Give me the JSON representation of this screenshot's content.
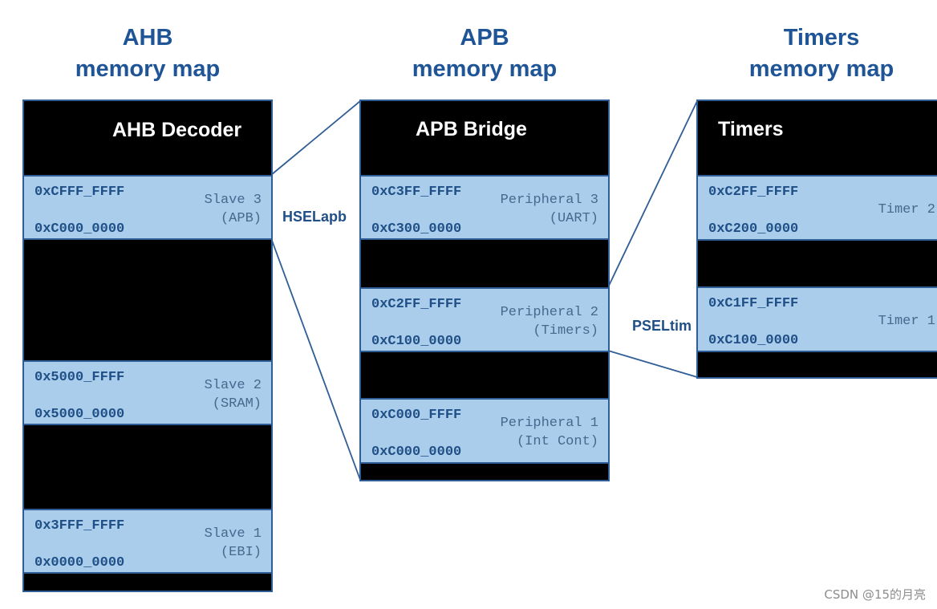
{
  "titles": {
    "ahb": {
      "line1": "AHB",
      "line2": "memory map"
    },
    "apb": {
      "line1": "APB",
      "line2": "memory map"
    },
    "timers": {
      "line1": "Timers",
      "line2": "memory map"
    }
  },
  "ahb": {
    "header": "AHB Decoder",
    "regions": [
      {
        "high": "0xCFFF_FFFF",
        "low": "0xC000_0000",
        "label1": "Slave 3",
        "label2": "(APB)"
      },
      {
        "high": "0x5000_FFFF",
        "low": "0x5000_0000",
        "label1": "Slave 2",
        "label2": "(SRAM)"
      },
      {
        "high": "0x3FFF_FFFF",
        "low": "0x0000_0000",
        "label1": "Slave 1",
        "label2": "(EBI)"
      }
    ]
  },
  "apb": {
    "header": "APB Bridge",
    "regions": [
      {
        "high": "0xC3FF_FFFF",
        "low": "0xC300_0000",
        "label1": "Peripheral 3",
        "label2": "(UART)"
      },
      {
        "high": "0xC2FF_FFFF",
        "low": "0xC100_0000",
        "label1": "Peripheral 2",
        "label2": "(Timers)"
      },
      {
        "high": "0xC000_FFFF",
        "low": "0xC000_0000",
        "label1": "Peripheral 1",
        "label2": "(Int Cont)"
      }
    ]
  },
  "timers": {
    "header": "Timers",
    "regions": [
      {
        "high": "0xC2FF_FFFF",
        "low": "0xC200_0000",
        "label1": "Timer 2"
      },
      {
        "high": "0xC1FF_FFFF",
        "low": "0xC100_0000",
        "label1": "Timer 1"
      }
    ]
  },
  "signals": {
    "hsel": "HSELapb",
    "psel": "PSELtim"
  },
  "watermark": "CSDN @15的月亮",
  "colors": {
    "title": "#1f5596",
    "region_fill": "#a9cdea",
    "border": "#2f5d95",
    "block": "#000000"
  }
}
